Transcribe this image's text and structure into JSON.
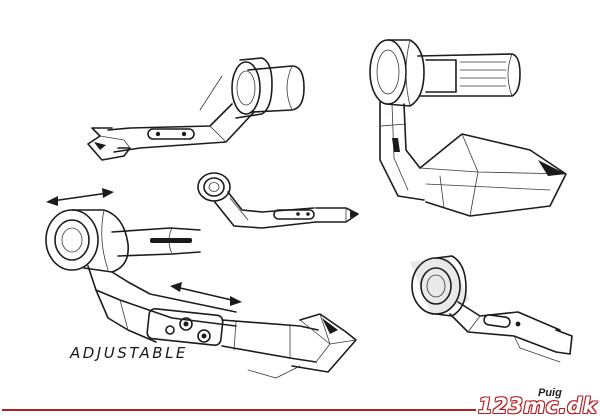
{
  "caption": "ADJUSTABLE",
  "brand": "Puig",
  "watermark": "123mc.dk",
  "colors": {
    "background": "#ffffff",
    "ink": "#1c1c1c",
    "watermark_accent": "#b51f24"
  },
  "illustrations": [
    "lever-guard-sketch-top-left",
    "lever-guard-sketch-center",
    "lever-guard-sketch-large-bottom-left",
    "lever-guard-sketch-top-right",
    "lever-guard-sketch-bottom-right",
    "adjustment-arrow-icon"
  ]
}
